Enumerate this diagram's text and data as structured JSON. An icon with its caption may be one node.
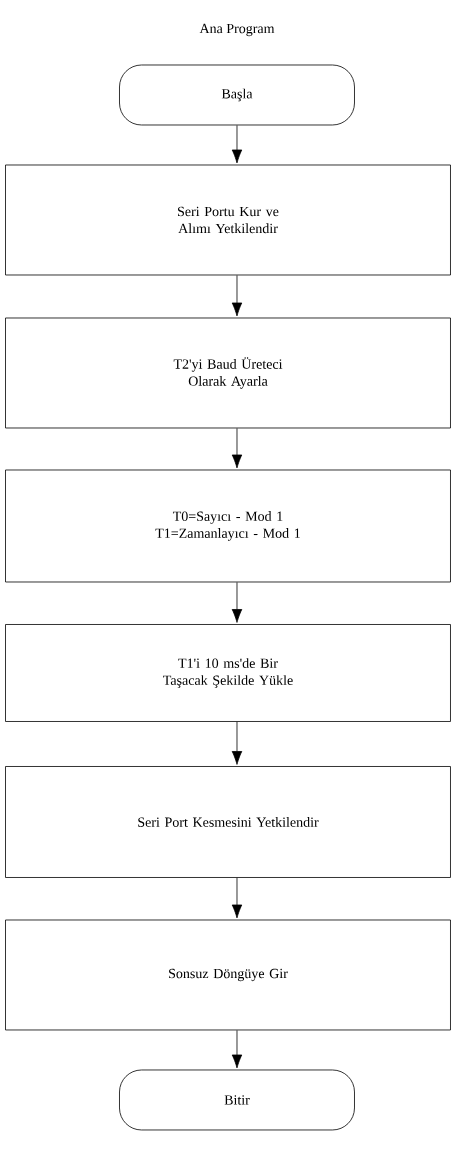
{
  "diagram": {
    "title": "Ana Program",
    "nodes": [
      {
        "text": [
          "Başla"
        ]
      },
      {
        "text": [
          "Seri Portu Kur ve Alımı Yetkilendir"
        ]
      },
      {
        "text": [
          "T2'yi Baud Üreteci Olarak Ayarla"
        ]
      },
      {
        "text": [
          "T0=Sayıcı - Mod 1 T1=Zamanlayıcı - Mod 1"
        ]
      },
      {
        "text": [
          "T1'i 10 ms'de Bir Taşacak Şekilde Yükle"
        ]
      },
      {
        "text": [
          "Seri Port Kesmesini Yetkilendir"
        ]
      },
      {
        "text": [
          "Sonsuz Döngüye Gir"
        ]
      },
      {
        "text": [
          "Bitir"
        ]
      }
    ],
    "edges": [
      {
        "from": 0,
        "to": 1,
        "arrow": "to"
      },
      {
        "from": 1,
        "to": 2,
        "arrow": "to"
      },
      {
        "from": 2,
        "to": 3,
        "arrow": "to"
      },
      {
        "from": 3,
        "to": 4,
        "arrow": "to"
      },
      {
        "from": 4,
        "to": 5,
        "arrow": "to"
      },
      {
        "from": 5,
        "to": 6,
        "arrow": "to"
      },
      {
        "from": 6,
        "to": 7,
        "arrow": "to"
      }
    ]
  }
}
